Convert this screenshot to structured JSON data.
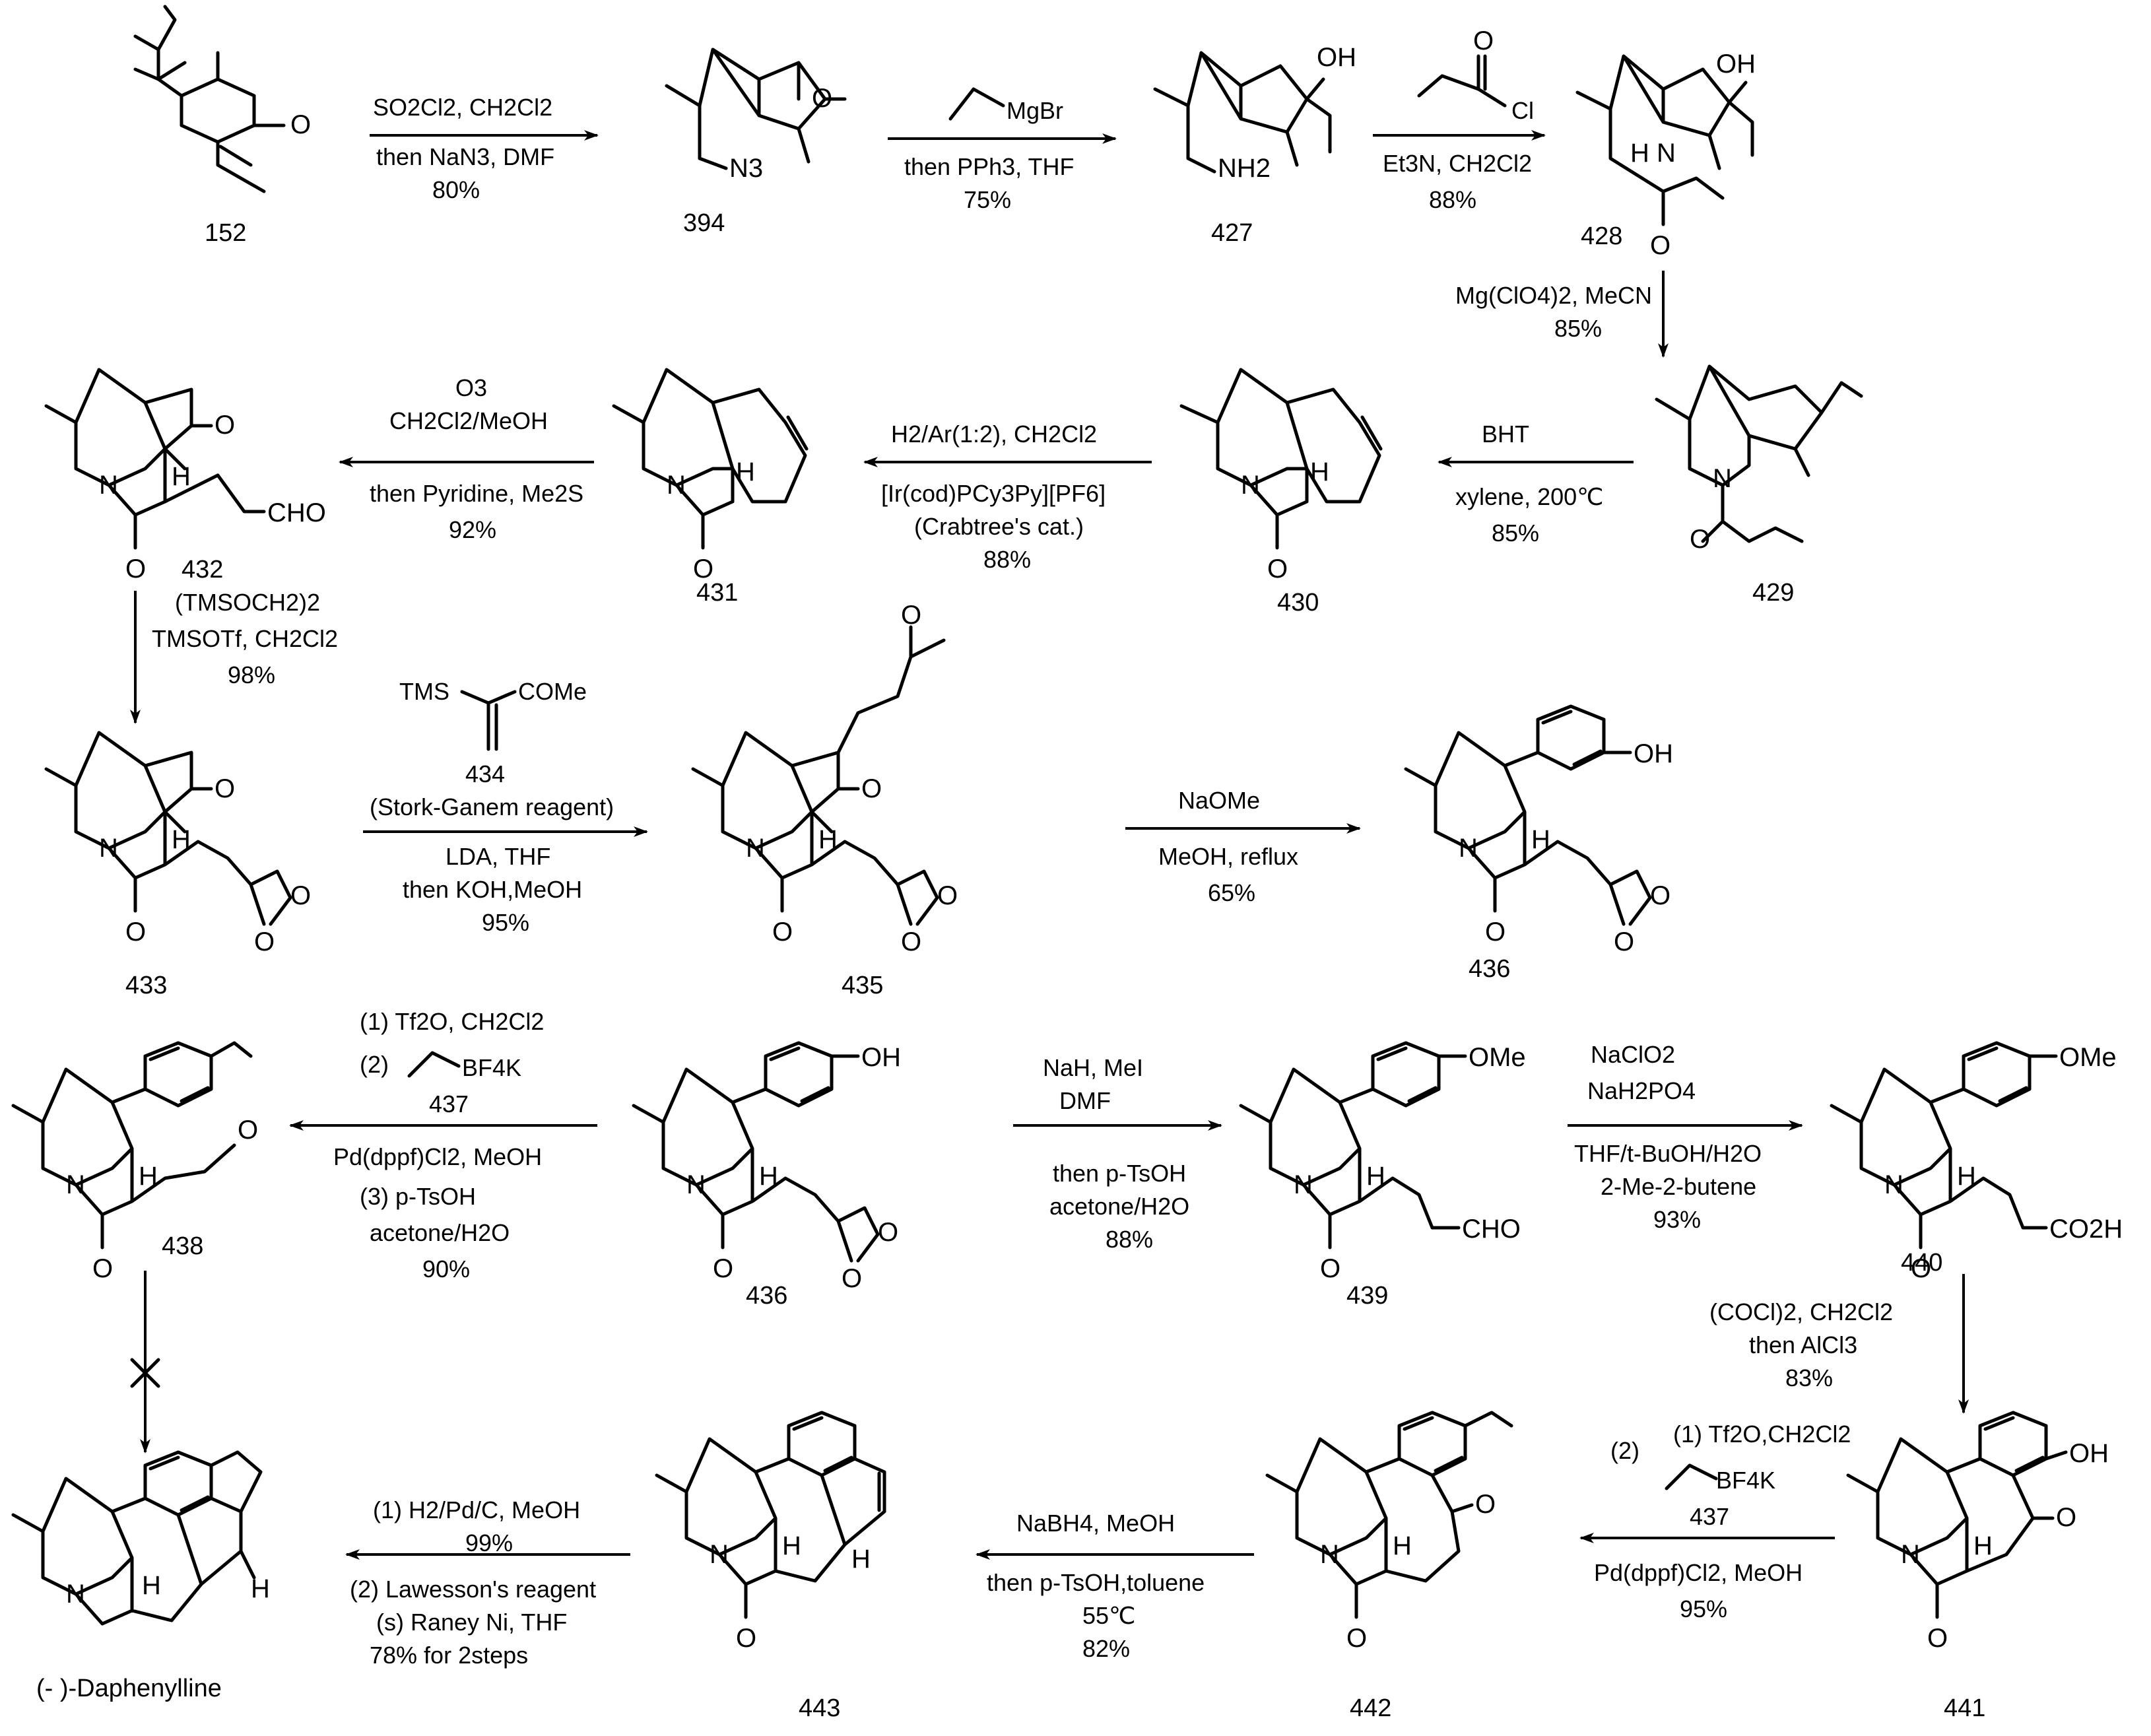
{
  "compounds": [
    {
      "id": "c152",
      "label": "152"
    },
    {
      "id": "c394",
      "label": "394"
    },
    {
      "id": "c427",
      "label": "427"
    },
    {
      "id": "c428",
      "label": "428"
    },
    {
      "id": "c429",
      "label": "429"
    },
    {
      "id": "c430",
      "label": "430"
    },
    {
      "id": "c431",
      "label": "431"
    },
    {
      "id": "c432",
      "label": "432"
    },
    {
      "id": "c433",
      "label": "433"
    },
    {
      "id": "c434",
      "label": "434"
    },
    {
      "id": "c435",
      "label": "435"
    },
    {
      "id": "c436a",
      "label": "436"
    },
    {
      "id": "c438",
      "label": "438"
    },
    {
      "id": "c436b",
      "label": "436"
    },
    {
      "id": "c439",
      "label": "439"
    },
    {
      "id": "c440",
      "label": "440"
    },
    {
      "id": "c441",
      "label": "441"
    },
    {
      "id": "c442",
      "label": "442"
    },
    {
      "id": "c443",
      "label": "443"
    },
    {
      "id": "cdaph",
      "label": "(- )-Daphenylline"
    }
  ],
  "steps": {
    "s1": [
      "SO2Cl2, CH2Cl2",
      "then NaN3, DMF",
      "80%"
    ],
    "s2": [
      "MgBr",
      "then PPh3, THF",
      "75%"
    ],
    "s3": [
      "Cl",
      "Et3N, CH2Cl2",
      "88%"
    ],
    "s4": [
      "Mg(ClO4)2, MeCN",
      "85%"
    ],
    "s5": [
      "BHT",
      "xylene, 200℃",
      "85%"
    ],
    "s6": [
      "H2/Ar(1:2), CH2Cl2",
      "[Ir(cod)PCy3Py][PF6]",
      "(Crabtree's cat.)",
      "88%"
    ],
    "s7": [
      "O3",
      "CH2Cl2/MeOH",
      "then Pyridine, Me2S",
      "92%"
    ],
    "s8": [
      "(TMSOCH2)2",
      "TMSOTf, CH2Cl2",
      "98%"
    ],
    "s9": [
      "TMS",
      "COMe",
      "434",
      "(Stork-Ganem reagent)",
      "LDA, THF",
      "then KOH,MeOH",
      "95%"
    ],
    "s10": [
      "NaOMe",
      "MeOH, reflux",
      "65%"
    ],
    "s11": [
      "(1) Tf2O, CH2Cl2",
      "(2)",
      "BF4K",
      "437",
      "Pd(dppf)Cl2, MeOH",
      "(3)   p-TsOH",
      "acetone/H2O",
      "90%"
    ],
    "s12": [
      "NaH, MeI",
      "DMF",
      "then p-TsOH",
      "acetone/H2O",
      "88%"
    ],
    "s13": [
      "NaClO2",
      "NaH2PO4",
      "THF/t-BuOH/H2O",
      "2-Me-2-butene",
      "93%"
    ],
    "s14": [
      "(COCl)2, CH2Cl2",
      "then AlCl3",
      "83%"
    ],
    "s15": [
      "(1) Tf2O,CH2Cl2",
      "(2)",
      "BF4K",
      "437",
      "Pd(dppf)Cl2, MeOH",
      "95%"
    ],
    "s16": [
      "NaBH4, MeOH",
      "then p-TsOH,toluene",
      "55℃",
      "82%"
    ],
    "s17": [
      "(1) H2/Pd/C, MeOH",
      "99%",
      "(2) Lawesson's reagent",
      "(s) Raney Ni, THF",
      "78% for 2steps"
    ]
  },
  "atoms": {
    "O": "O",
    "OH": "OH",
    "N": "N",
    "N3": "N3",
    "NH2": "NH2",
    "H": "H",
    "NH": "H N",
    "CHO": "CHO",
    "CO2H": "CO2H",
    "OMe": "OMe"
  }
}
